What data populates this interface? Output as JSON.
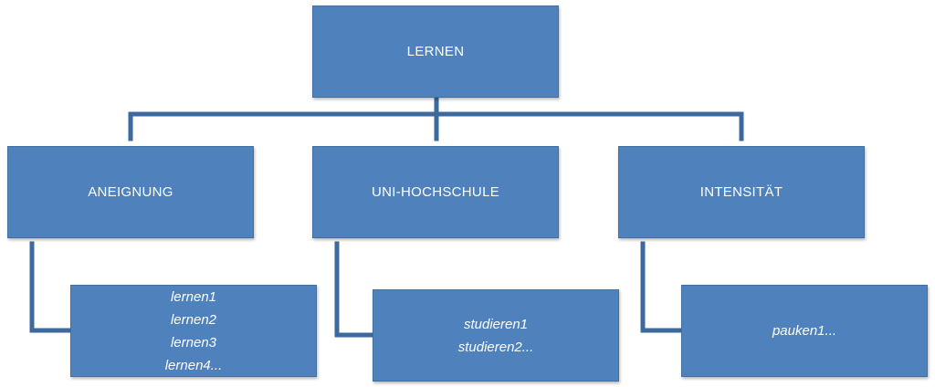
{
  "colors": {
    "box_fill": "#4f81bd",
    "connector": "#3c6a9e",
    "text": "#ffffff"
  },
  "root": {
    "label": "LERNEN"
  },
  "categories": [
    {
      "label": "ANEIGNUNG",
      "items": [
        "lernen1",
        "lernen2",
        "lernen3",
        "lernen4..."
      ]
    },
    {
      "label": "UNI-HOCHSCHULE",
      "items": [
        "studieren1",
        "studieren2..."
      ]
    },
    {
      "label": "INTENSITÄT",
      "items": [
        "pauken1..."
      ]
    }
  ]
}
